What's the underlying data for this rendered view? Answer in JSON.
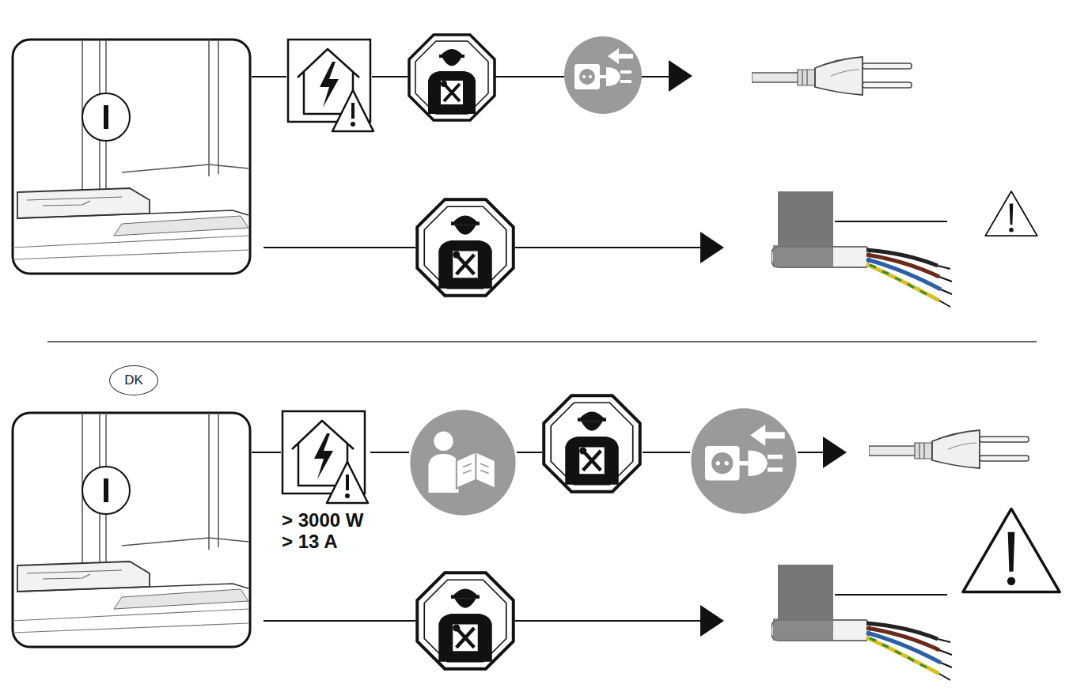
{
  "diagram": {
    "nodes": [
      {
        "text": [
          "DK"
        ]
      }
    ],
    "labels": [
      "> 3000 W",
      "> 13 A"
    ]
  }
}
